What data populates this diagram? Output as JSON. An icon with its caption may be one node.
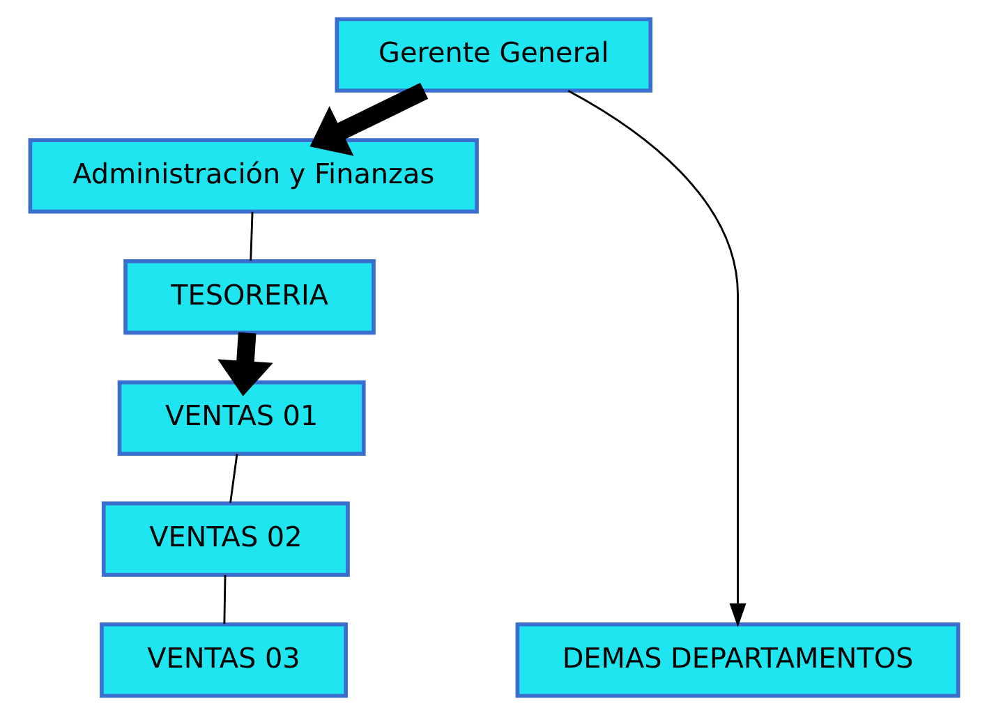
{
  "diagram": {
    "nodes": [
      {
        "text": [
          "Gerente General"
        ]
      },
      {
        "text": [
          "Administración y Finanzas"
        ]
      },
      {
        "text": [
          "TESORERIA"
        ]
      },
      {
        "text": [
          "VENTAS 01"
        ]
      },
      {
        "text": [
          "VENTAS 02"
        ]
      },
      {
        "text": [
          "VENTAS 03"
        ]
      },
      {
        "text": [
          "DEMAS DEPARTAMENTOS"
        ]
      }
    ],
    "edges": [
      {
        "from": 0,
        "to": 1,
        "arrow": "to",
        "style": "thick"
      },
      {
        "from": 1,
        "to": 2,
        "arrow": "none"
      },
      {
        "from": 2,
        "to": 3,
        "arrow": "to",
        "style": "thick"
      },
      {
        "from": 3,
        "to": 4,
        "arrow": "none"
      },
      {
        "from": 4,
        "to": 5,
        "arrow": "none"
      },
      {
        "from": 0,
        "to": 6,
        "arrow": "to"
      }
    ]
  }
}
